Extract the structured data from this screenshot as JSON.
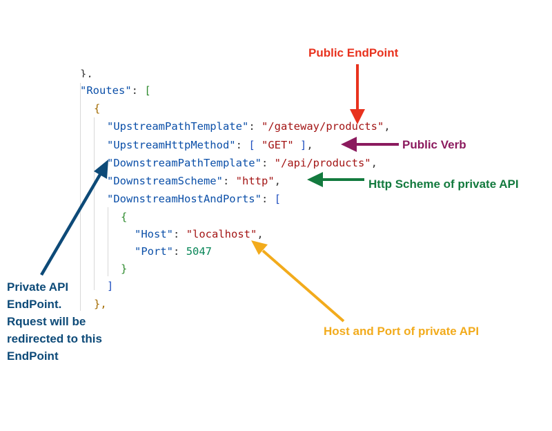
{
  "code": {
    "prev_close": "},",
    "routes_key": "\"Routes\"",
    "colon": ":",
    "open_bracket": "[",
    "open_brace": "{",
    "upstream_path_key": "\"UpstreamPathTemplate\"",
    "upstream_path_value": "\"/gateway/products\"",
    "upstream_method_key": "\"UpstreamHttpMethod\"",
    "upstream_method_value": "\"GET\"",
    "downstream_path_key": "\"DownstreamPathTemplate\"",
    "downstream_path_value": "\"/api/products\"",
    "downstream_scheme_key": "\"DownstreamScheme\"",
    "downstream_scheme_value": "\"http\"",
    "downstream_hosts_key": "\"DownstreamHostAndPorts\"",
    "host_key": "\"Host\"",
    "host_value": "\"localhost\"",
    "port_key": "\"Port\"",
    "port_value": "5047",
    "close_brace": "}",
    "close_bracket": "]",
    "close_brace_comma": "},",
    "comma": ",",
    "space": " "
  },
  "annotations": {
    "public_endpoint": "Public EndPoint",
    "public_verb": "Public Verb",
    "http_scheme": "Http Scheme of private API",
    "host_port": "Host and Port of private API",
    "private_endpoint": "Private API\nEndPoint.\nRquest will be\nredirected to this\nEndPoint"
  },
  "colors": {
    "public_endpoint": "#e8321e",
    "public_verb": "#8b1a5e",
    "http_scheme": "#137a3e",
    "host_port": "#f2ab1c",
    "private_endpoint": "#0d4a78",
    "key": "#0b4fa8",
    "string": "#a31515",
    "number": "#098658"
  }
}
